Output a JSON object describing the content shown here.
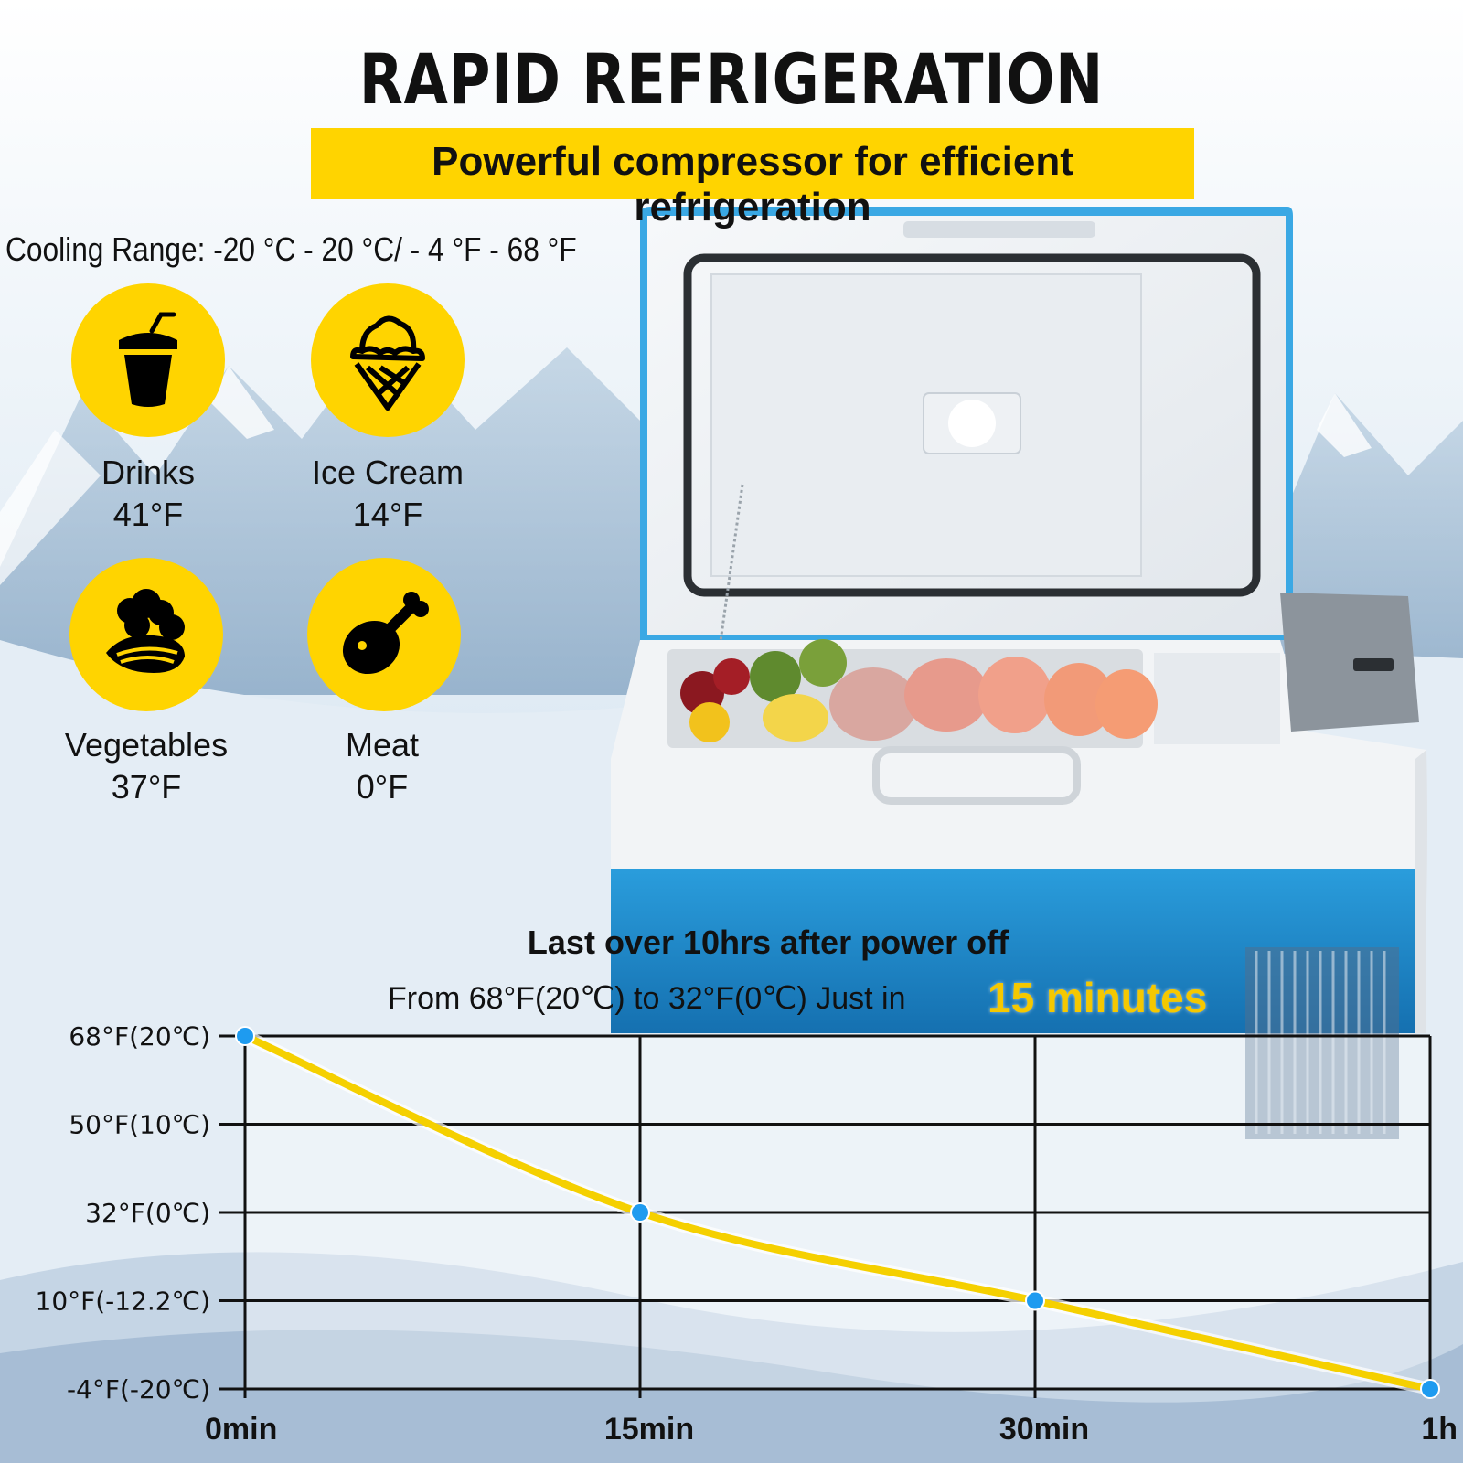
{
  "header": {
    "title": "RAPID REFRIGERATION",
    "subtitle": "Powerful compressor for efficient refrigeration"
  },
  "cooling_range": "Cooling Range: -20 °C - 20 °C/ - 4 °F - 68 °F",
  "foods": [
    {
      "name": "Drinks",
      "temp": "41°F",
      "icon": "drink-cup-icon"
    },
    {
      "name": "Ice Cream",
      "temp": "14°F",
      "icon": "ice-cream-icon"
    },
    {
      "name": "Vegetables",
      "temp": "37°F",
      "icon": "vegetables-icon"
    },
    {
      "name": "Meat",
      "temp": "0°F",
      "icon": "meat-drumstick-icon"
    }
  ],
  "callout": {
    "line1": "Last over 10hrs after power off",
    "line2": "From 68°F(20℃) to 32°F(0℃) Just in",
    "highlight": "15 minutes"
  },
  "colors": {
    "accent": "#ffd400",
    "curve": "#f5d000",
    "point": "#1e9bf0",
    "fridge_blue": "#1a8fd0"
  },
  "chart_data": {
    "type": "line",
    "categories": [
      "0min",
      "15min",
      "30min",
      "1h"
    ],
    "y_tick_labels": [
      "68°F(20℃)",
      "50°F(10℃)",
      "32°F(0℃)",
      "10°F(-12.2℃)",
      "-4°F(-20℃)"
    ],
    "y_ticks_f": [
      68,
      50,
      32,
      10,
      -4
    ],
    "series": [
      {
        "values": [
          68,
          32,
          10,
          -4
        ]
      }
    ],
    "grid": true
  }
}
